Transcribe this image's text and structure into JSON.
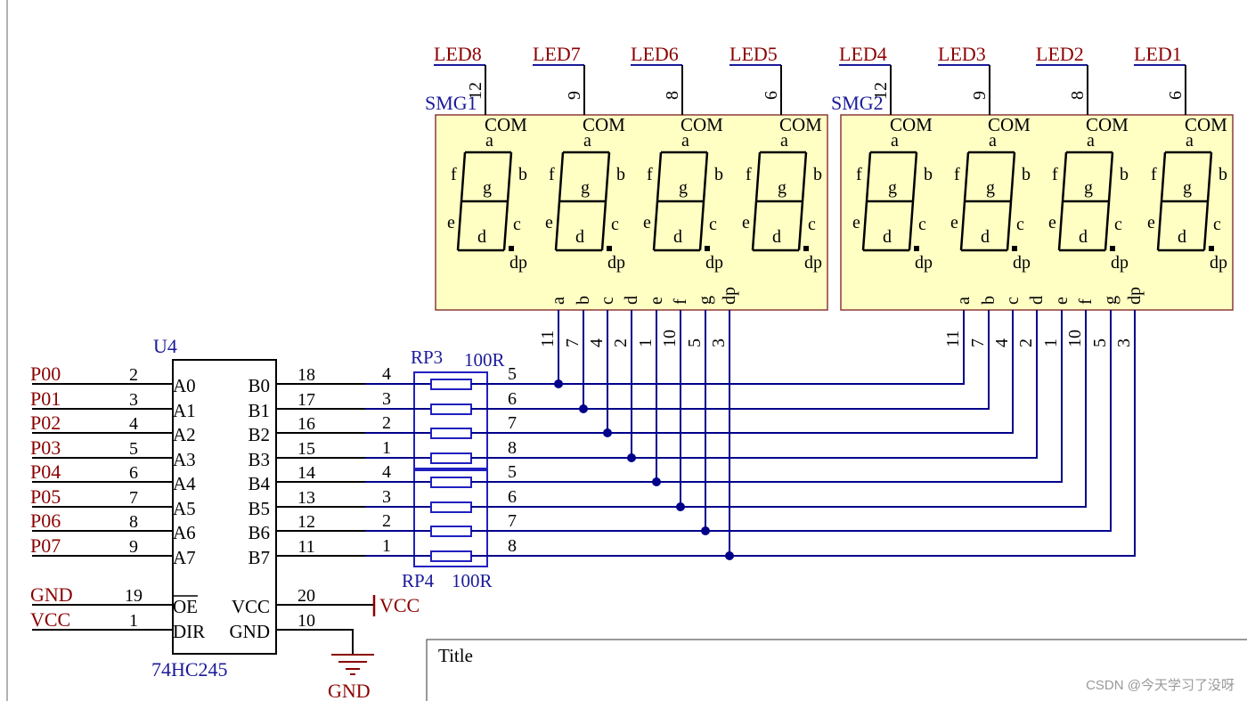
{
  "led_nets": [
    "LED8",
    "LED7",
    "LED6",
    "LED5",
    "LED4",
    "LED3",
    "LED2",
    "LED1"
  ],
  "com_pin_numbers": [
    "12",
    "9",
    "8",
    "6",
    "12",
    "9",
    "8",
    "6"
  ],
  "displays": [
    {
      "designator": "SMG1",
      "digits": 4
    },
    {
      "designator": "SMG2",
      "digits": 4
    }
  ],
  "digit_labels": {
    "com": "COM",
    "a": "a",
    "b": "b",
    "c": "c",
    "d": "d",
    "e": "e",
    "f": "f",
    "g": "g",
    "dp": "dp"
  },
  "segment_pin_names": [
    "a",
    "b",
    "c",
    "d",
    "e",
    "f",
    "g",
    "dp"
  ],
  "segment_pin_numbers": [
    "11",
    "7",
    "4",
    "2",
    "1",
    "10",
    "5",
    "3"
  ],
  "ic": {
    "designator": "U4",
    "part": "74HC245",
    "left_pins": [
      {
        "net": "P00",
        "num": "2",
        "name": "A0"
      },
      {
        "net": "P01",
        "num": "3",
        "name": "A1"
      },
      {
        "net": "P02",
        "num": "4",
        "name": "A2"
      },
      {
        "net": "P03",
        "num": "5",
        "name": "A3"
      },
      {
        "net": "P04",
        "num": "6",
        "name": "A4"
      },
      {
        "net": "P05",
        "num": "7",
        "name": "A5"
      },
      {
        "net": "P06",
        "num": "8",
        "name": "A6"
      },
      {
        "net": "P07",
        "num": "9",
        "name": "A7"
      },
      {
        "net": "GND",
        "num": "19",
        "name": "OE"
      },
      {
        "net": "VCC",
        "num": "1",
        "name": "DIR"
      }
    ],
    "right_pins": [
      {
        "num": "18",
        "name": "B0"
      },
      {
        "num": "17",
        "name": "B1"
      },
      {
        "num": "16",
        "name": "B2"
      },
      {
        "num": "15",
        "name": "B3"
      },
      {
        "num": "14",
        "name": "B4"
      },
      {
        "num": "13",
        "name": "B5"
      },
      {
        "num": "12",
        "name": "B6"
      },
      {
        "num": "11",
        "name": "B7"
      },
      {
        "num": "20",
        "name": "VCC"
      },
      {
        "num": "10",
        "name": "GND"
      }
    ]
  },
  "resistor_networks": [
    {
      "designator": "RP3",
      "value": "100R",
      "left_pins": [
        "4",
        "3",
        "2",
        "1"
      ],
      "right_pins": [
        "5",
        "6",
        "7",
        "8"
      ]
    },
    {
      "designator": "RP4",
      "value": "100R",
      "left_pins": [
        "4",
        "3",
        "2",
        "1"
      ],
      "right_pins": [
        "5",
        "6",
        "7",
        "8"
      ]
    }
  ],
  "power": {
    "vcc": "VCC",
    "gnd": "GND"
  },
  "title_block": {
    "title": "Title"
  },
  "watermark": "CSDN @今天学习了没呀",
  "colors": {
    "net_label": "#8b0000",
    "wire": "#00008b",
    "designator": "#1a1a9a",
    "display_fill": "#ffffc4",
    "display_border": "#8b3a3a"
  }
}
